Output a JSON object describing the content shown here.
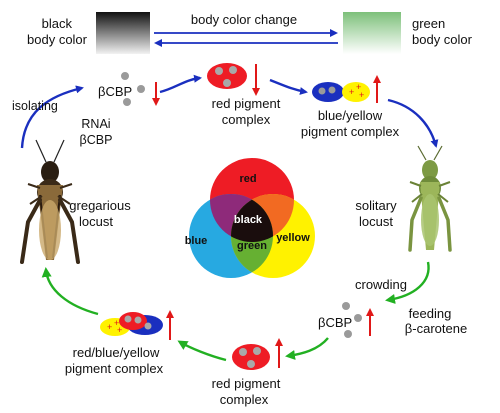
{
  "top": {
    "black_label": [
      "black",
      "body color"
    ],
    "green_label": [
      "green",
      "body color"
    ],
    "arrow_label": "body color change"
  },
  "cycle": {
    "isolating": "isolating",
    "rnai": [
      "RNAi",
      "βCBP"
    ],
    "bcbp_top": "βCBP",
    "red_complex_top": [
      "red pigment",
      "complex"
    ],
    "blue_yellow_complex": [
      "blue/yellow",
      "pigment complex"
    ],
    "gregarious": [
      "gregarious",
      "locust"
    ],
    "solitary": [
      "solitary",
      "locust"
    ],
    "crowding": "crowding",
    "feeding": [
      "feeding",
      "β-carotene"
    ],
    "bcbp_bottom": "βCBP",
    "red_complex_bottom": [
      "red pigment",
      "complex"
    ],
    "rby_complex": [
      "red/blue/yellow",
      "pigment complex"
    ]
  },
  "venn": {
    "red": "red",
    "blue": "blue",
    "yellow": "yellow",
    "black": "black",
    "green": "green"
  },
  "colors": {
    "blue_arrow": "#1a2fbf",
    "green_arrow": "#22b022",
    "red_arrow": "#e01818",
    "venn_red": "#ee1c25",
    "venn_blue": "#27a9e1",
    "venn_yellow": "#fff200"
  }
}
